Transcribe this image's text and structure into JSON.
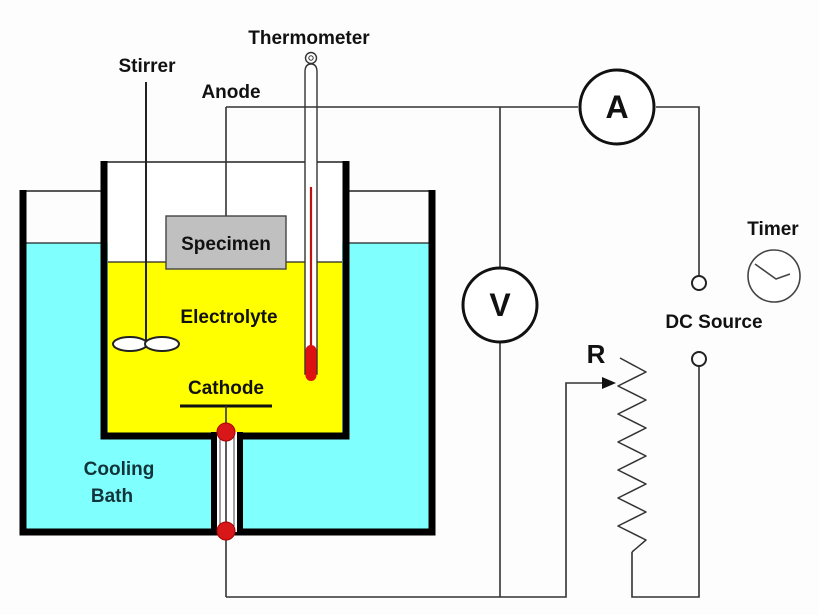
{
  "labels": {
    "thermometer": "Thermometer",
    "stirrer": "Stirrer",
    "anode": "Anode",
    "specimen": "Specimen",
    "electrolyte": "Electrolyte",
    "cathode": "Cathode",
    "cooling_bath_line1": "Cooling",
    "cooling_bath_line2": "Bath",
    "ammeter": "A",
    "voltmeter": "V",
    "resistor": "R",
    "timer": "Timer",
    "dc_source": "DC Source"
  },
  "colors": {
    "cooling_bath": "#80ffff",
    "electrolyte": "#ffff00",
    "specimen": "#c0c0c0",
    "thermometer_fluid": "#dd1111",
    "seal": "#d81818",
    "vessel_wall": "#000000"
  },
  "icons": {
    "timer": "clock-icon"
  }
}
